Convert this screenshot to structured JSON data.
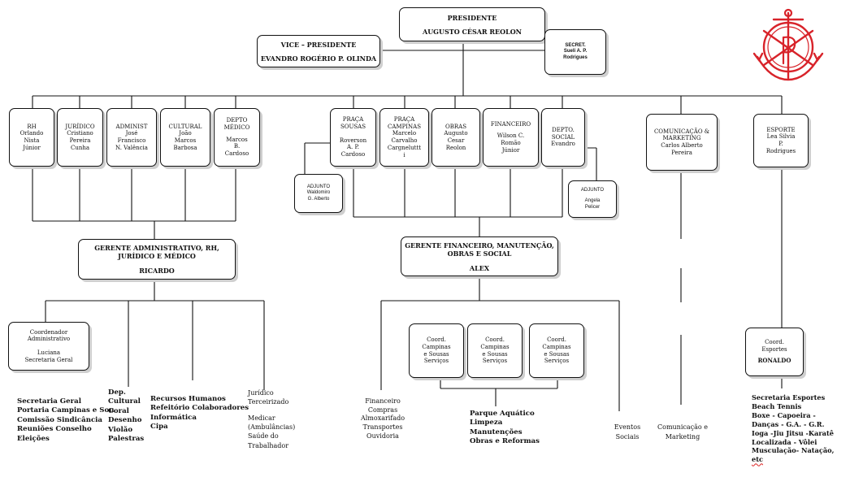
{
  "presidente": {
    "title": "PRESIDENTE",
    "name": "AUGUSTO CÉSAR REOLON"
  },
  "vice": {
    "title": "VICE – PRESIDENTE",
    "name": "EVANDRO ROGÉRIO P. OLINDA"
  },
  "secret": {
    "lines": [
      "SECRET.",
      "Sueli A. P.",
      "Rodrigues"
    ]
  },
  "dept_left": [
    {
      "id": "rh",
      "lines": [
        "RH",
        "Orlando",
        "Nista",
        "Júnior"
      ]
    },
    {
      "id": "juridico",
      "lines": [
        "JURÍDICO",
        "Cristiano",
        "Pereira",
        "Cunha"
      ]
    },
    {
      "id": "administ",
      "lines": [
        "ADMINIST",
        "José",
        "Francisco",
        "N. Valência"
      ]
    },
    {
      "id": "cultural",
      "lines": [
        "CULTURAL",
        "João",
        "Marcos",
        "Barbosa"
      ]
    },
    {
      "id": "depto-medico",
      "lines": [
        "DEPTO",
        "MÉDICO",
        "",
        "Marcos",
        "B.",
        "Cardoso"
      ]
    }
  ],
  "dept_mid": [
    {
      "id": "praca-sousas",
      "lines": [
        "PRAÇA",
        "SOUSAS",
        "",
        "Roverson",
        "A. P.",
        "Cardoso"
      ]
    },
    {
      "id": "praca-campinas",
      "lines": [
        "PRAÇA",
        "CAMPINAS",
        "Marcelo",
        "Carvalho",
        "Cargneluttt",
        "i"
      ]
    },
    {
      "id": "obras",
      "lines": [
        "OBRAS",
        "Augusto",
        "Cesar",
        "Reolon"
      ]
    },
    {
      "id": "financeiro",
      "lines": [
        "FINANCEIRO",
        "",
        "Wilson C.",
        "Romão",
        "Júnior"
      ]
    },
    {
      "id": "depto-social",
      "lines": [
        "DEPTO.",
        "SOCIAL",
        "Evandro"
      ]
    }
  ],
  "adjunto_left": {
    "lines": [
      "ADJUNTO",
      "Waldomiro",
      "G. Alberto"
    ]
  },
  "adjunto_right": {
    "lines": [
      "ADJUNTO",
      "",
      "Angela",
      "Pelicer"
    ]
  },
  "comunicacao": {
    "lines": [
      "COMUNICAÇÃO &",
      "MARKETING",
      "Carlos Alberto",
      "Pereira"
    ]
  },
  "esporte": {
    "lines": [
      "ESPORTE",
      "Lea Silvia",
      "P.",
      "Rodrigues"
    ]
  },
  "gerente_adm": {
    "lines": [
      "GERENTE ADMINISTRATIVO, RH,",
      "JURÍDICO E MÉDICO",
      "",
      "RICARDO"
    ]
  },
  "gerente_fin": {
    "lines": [
      "GERENTE FINANCEIRO, MANUTENÇÃO,",
      "OBRAS E SOCIAL",
      "",
      "ALEX"
    ]
  },
  "coord_adm": {
    "lines": [
      "Coordenador",
      "Administrativo",
      "",
      "Luciana",
      "Secretaria Geral"
    ]
  },
  "coords_fin": [
    {
      "lines": [
        "Coord.",
        "Campinas",
        "e Sousas",
        "Serviços"
      ]
    },
    {
      "lines": [
        "Coord.",
        "Campinas",
        "e Sousas",
        "Serviços"
      ]
    },
    {
      "lines": [
        "Coord.",
        "Campinas",
        "e Sousas",
        "Serviços"
      ]
    }
  ],
  "coord_esportes": {
    "lines": [
      "Coord.",
      "Esportes",
      "",
      "RONALDO"
    ]
  },
  "lists": {
    "secretaria": [
      "Secretaria Geral",
      "Portaria Campinas e Sou",
      "Comissão Sindicância",
      "Reuniões Conselho",
      "Eleições"
    ],
    "dep_cultural": [
      "Dep.",
      "Cultural",
      "Coral",
      "Desenho",
      "Violão",
      "Palestras"
    ],
    "recursos": [
      "Recursos Humanos",
      "Refeitório Colaboradores",
      "Informática",
      "Cipa"
    ],
    "juridico_terc": [
      "Jurídico",
      "Terceirizado",
      "",
      "Medicar",
      "(Ambulâncias)",
      "Saúde do",
      "Trabalhador"
    ],
    "financeiro_list": [
      "Financeiro",
      "Compras",
      "Almoxarifado",
      "Transportes",
      "Ouvidoria"
    ],
    "parque": [
      "Parque Aquático",
      "Limpeza",
      "Manutenções",
      "Obras e Reformas"
    ],
    "eventos": [
      "Eventos",
      "Sociais"
    ],
    "comunicacao_list": [
      "Comunicação e",
      "Marketing"
    ],
    "esportes_list": [
      "Secretaria Esportes",
      "Beach Tennis",
      "Boxe  - Capoeira -",
      "Danças -  G.A. - G.R.",
      "Ioga -Jiu Jitsu -Karatê",
      "Localizada - Vôlei",
      "Musculação- Natação,",
      "etc"
    ]
  },
  "colors": {
    "logo_red": "#d8232a",
    "line": "#111111"
  },
  "logo": {
    "icon": "anchor-wheel-emblem"
  }
}
